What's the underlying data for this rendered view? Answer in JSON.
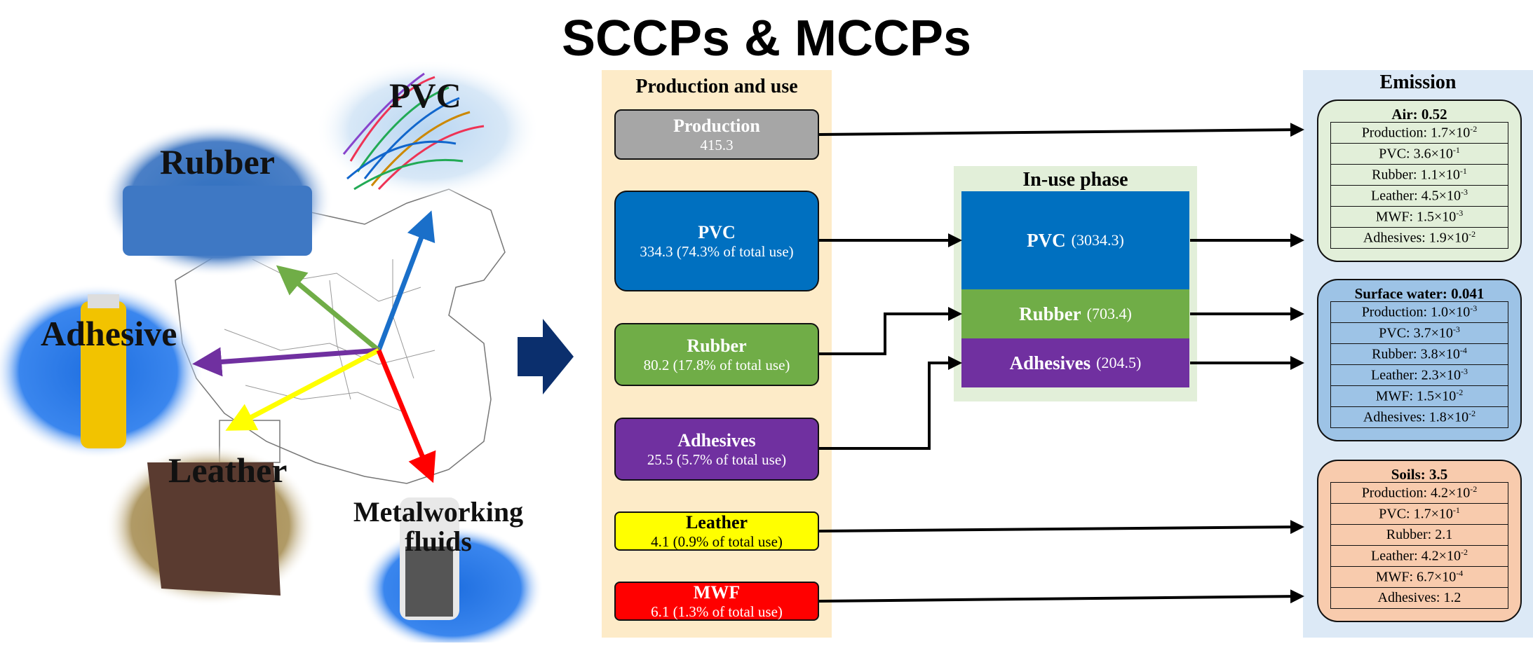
{
  "title": "SCCPs & MCCPs",
  "illustration": {
    "labels": [
      "PVC",
      "Rubber",
      "Adhesive",
      "Leather",
      "Metalworking fluids"
    ]
  },
  "production_panel": {
    "title": "Production and use",
    "items": [
      {
        "name": "Production",
        "value": "415.3",
        "color": "#a6a6a6",
        "text_color": "#ffffff"
      },
      {
        "name": "PVC",
        "value": "334.3 (74.3% of total use)",
        "color": "#0070c0",
        "text_color": "#ffffff"
      },
      {
        "name": "Rubber",
        "value": "80.2 (17.8% of total use)",
        "color": "#70ad47",
        "text_color": "#ffffff"
      },
      {
        "name": "Adhesives",
        "value": "25.5 (5.7% of total use)",
        "color": "#7030a0",
        "text_color": "#ffffff"
      },
      {
        "name": "Leather",
        "value": "4.1 (0.9% of total use)",
        "color": "#ffff00",
        "text_color": "#000000"
      },
      {
        "name": "MWF",
        "value": "6.1 (1.3% of total use)",
        "color": "#ff0000",
        "text_color": "#ffffff"
      }
    ]
  },
  "inuse_panel": {
    "title": "In-use phase",
    "items": [
      {
        "name": "PVC",
        "value": "(3034.3)",
        "color": "#0070c0"
      },
      {
        "name": "Rubber",
        "value": "(703.4)",
        "color": "#70ad47"
      },
      {
        "name": "Adhesives",
        "value": "(204.5)",
        "color": "#7030a0"
      }
    ]
  },
  "emission_panel": {
    "title": "Emission",
    "groups": [
      {
        "title": "Air: 0.52",
        "color": "#e2efd9",
        "rows": [
          [
            "Production: 1.7×10",
            "-2"
          ],
          [
            "PVC: 3.6×10",
            "-1"
          ],
          [
            "Rubber: 1.1×10",
            "-1"
          ],
          [
            "Leather: 4.5×10",
            "-3"
          ],
          [
            "MWF: 1.5×10",
            "-3"
          ],
          [
            "Adhesives: 1.9×10",
            "-2"
          ]
        ]
      },
      {
        "title": "Surface water: 0.041",
        "color": "#9dc3e6",
        "rows": [
          [
            "Production: 1.0×10",
            "-3"
          ],
          [
            "PVC: 3.7×10",
            "-3"
          ],
          [
            "Rubber: 3.8×10",
            "-4"
          ],
          [
            "Leather: 2.3×10",
            "-3"
          ],
          [
            "MWF: 1.5×10",
            "-2"
          ],
          [
            "Adhesives: 1.8×10",
            "-2"
          ]
        ]
      },
      {
        "title": "Soils: 3.5",
        "color": "#f8cbad",
        "rows": [
          [
            "Production: 4.2×10",
            "-2"
          ],
          [
            "PVC: 1.7×10",
            "-1"
          ],
          [
            "Rubber: 2.1",
            ""
          ],
          [
            "Leather: 4.2×10",
            "-2"
          ],
          [
            "MWF: 6.7×10",
            "-4"
          ],
          [
            "Adhesives: 1.2",
            ""
          ]
        ]
      }
    ]
  }
}
